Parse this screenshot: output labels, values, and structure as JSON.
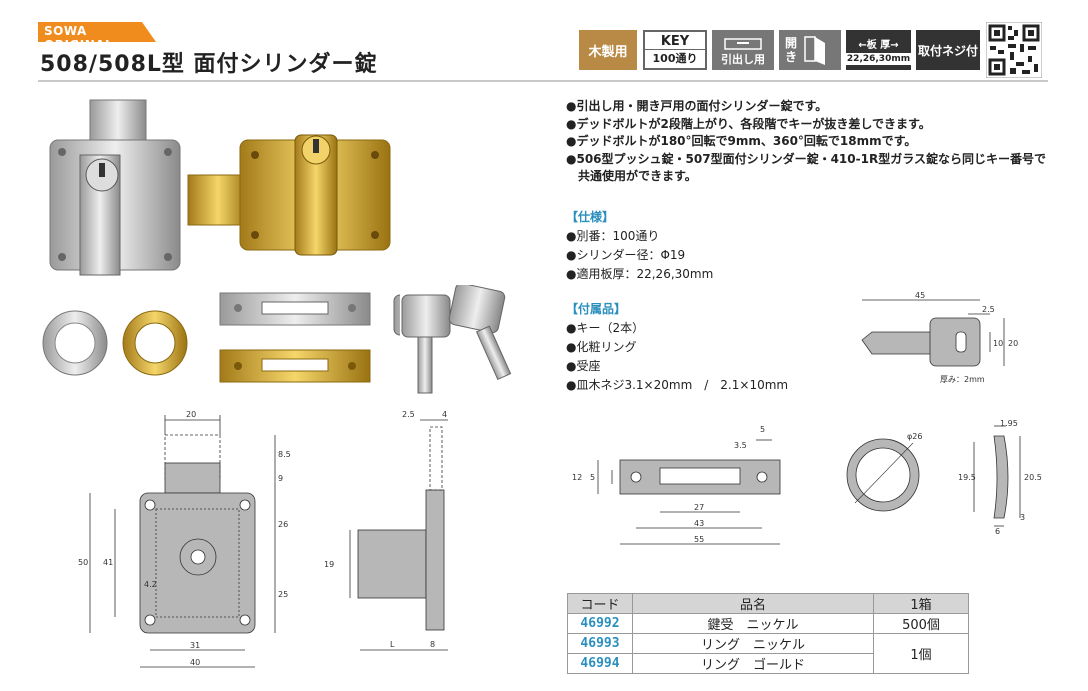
{
  "header": {
    "brand": "SOWA ORIGINAL",
    "title": "508/508L型 面付シリンダー錠",
    "badges": {
      "wood": "木製用",
      "key_top": "KEY",
      "key_bottom": "100通り",
      "drawer": "引出し用",
      "open": "開き",
      "thickness_top": "←板 厚→",
      "thickness_bottom": "22,26,30mm",
      "screw": "取付ネジ付"
    }
  },
  "description": [
    "●引出し用・開き戸用の面付シリンダー錠です。",
    "●デッドボルトが2段階上がり、各段階でキーが抜き差しできます。",
    "●デッドボルトが180°回転で9mm、360°回転で18mmです。",
    "●506型プッシュ錠・507型面付シリンダー錠・410-1R型ガラス錠なら同じキー番号で共通使用ができます。"
  ],
  "specs": {
    "heading": "【仕様】",
    "items": [
      "●別番：100通り",
      "●シリンダー径：Φ19",
      "●適用板厚：22,26,30mm"
    ]
  },
  "accessories": {
    "heading": "【付属品】",
    "items": [
      "●キー（2本）",
      "●化粧リング",
      "●受座",
      "●皿木ネジ3.1×20mm　/　2.1×10mm"
    ]
  },
  "dims": {
    "front": {
      "top": "20",
      "d85": "8.5",
      "d9": "9",
      "d26": "26",
      "d25": "25",
      "d50": "50",
      "d41": "41",
      "d42": "4.2",
      "d31": "31",
      "d40": "40"
    },
    "side": {
      "d25": "2.5",
      "d4": "4",
      "d19": "19",
      "L": "L",
      "d8": "8"
    },
    "key": {
      "d45": "45",
      "d25": "2.5",
      "d10": "10",
      "d20": "20",
      "note": "厚み：2mm"
    },
    "strike": {
      "d5": "5",
      "d35": "3.5",
      "d12": "12",
      "d5b": "5",
      "d27": "27",
      "d43": "43",
      "d55": "55"
    },
    "ring_front": {
      "d26": "φ26"
    },
    "ring_side": {
      "d195": "1.95",
      "d195b": "19.5",
      "d205": "20.5",
      "d3": "3",
      "d6": "6"
    }
  },
  "table": {
    "headers": [
      "コード",
      "品名",
      "1箱"
    ],
    "rows": [
      {
        "code": "46992",
        "name": "鍵受　ニッケル",
        "qty": "500個"
      },
      {
        "code": "46993",
        "name": "リング　ニッケル",
        "qty": "1個"
      },
      {
        "code": "46994",
        "name": "リング　ゴールド",
        "qty": ""
      }
    ]
  },
  "colors": {
    "brand": "#f08c1e",
    "accent": "#2a8fbd",
    "wood": "#b98a45",
    "gold": "#d4a62a",
    "nickel": "#c8c8c8"
  }
}
